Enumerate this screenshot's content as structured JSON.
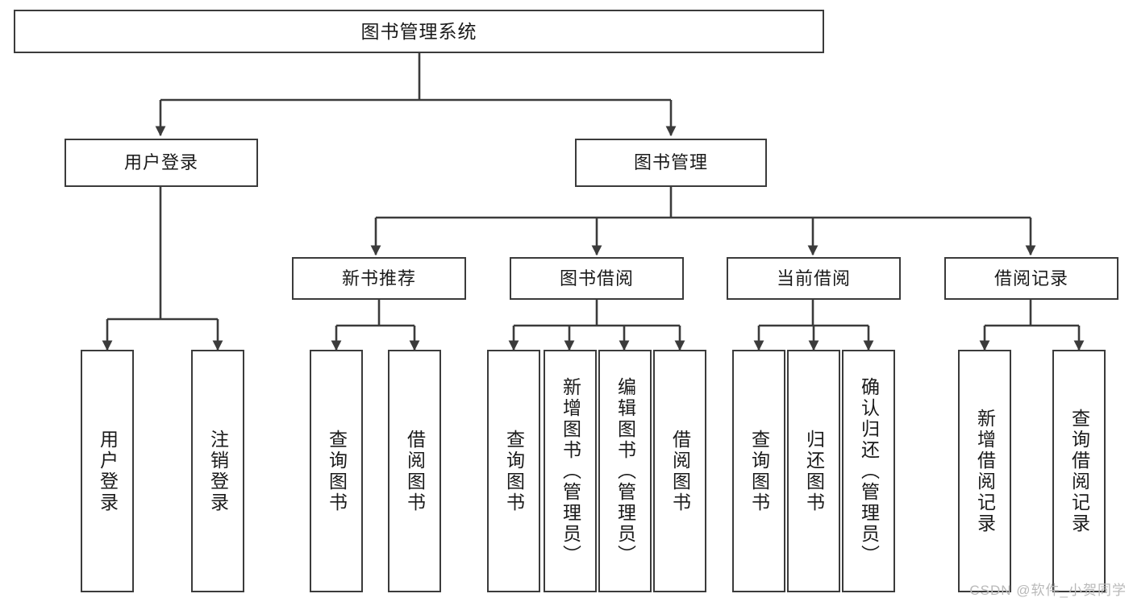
{
  "diagram": {
    "title": "图书管理系统",
    "type": "tree",
    "orientation": "top-down",
    "colors": {
      "background": "#ffffff",
      "box_border": "#3b3b3b",
      "box_fill": "#ffffff",
      "connector": "#3b3b3b",
      "text": "#1a1a1a",
      "watermark": "#b9b9b9"
    },
    "nodes": {
      "root": {
        "label": "图书管理系统",
        "level": 0
      },
      "user_login": {
        "label": "用户登录",
        "level": 1
      },
      "book_manage": {
        "label": "图书管理",
        "level": 1
      },
      "new_book_rec": {
        "label": "新书推荐",
        "level": 2
      },
      "book_borrow": {
        "label": "图书借阅",
        "level": 2
      },
      "current_borrow": {
        "label": "当前借阅",
        "level": 2
      },
      "borrow_record": {
        "label": "借阅记录",
        "level": 2
      },
      "leaf_user_login": {
        "label": "用户登录",
        "level": 2
      },
      "leaf_logout": {
        "label": "注销登录",
        "level": 2
      },
      "leaf_query_book_1": {
        "label": "查询图书",
        "level": 3
      },
      "leaf_borrow_book_1": {
        "label": "借阅图书",
        "level": 3
      },
      "leaf_query_book_2": {
        "label": "查询图书",
        "level": 3
      },
      "leaf_add_book": {
        "label": "新增图书（管理员）",
        "level": 3
      },
      "leaf_edit_book": {
        "label": "编辑图书（管理员）",
        "level": 3
      },
      "leaf_borrow_book_2": {
        "label": "借阅图书",
        "level": 3
      },
      "leaf_query_book_3": {
        "label": "查询图书",
        "level": 3
      },
      "leaf_return_book": {
        "label": "归还图书",
        "level": 3
      },
      "leaf_confirm_return": {
        "label": "确认归还（管理员）",
        "level": 3
      },
      "leaf_add_record": {
        "label": "新增借阅记录",
        "level": 3
      },
      "leaf_query_record": {
        "label": "查询借阅记录",
        "level": 3
      }
    },
    "edges": [
      {
        "from": "root",
        "to": "user_login"
      },
      {
        "from": "root",
        "to": "book_manage"
      },
      {
        "from": "user_login",
        "to": "leaf_user_login"
      },
      {
        "from": "user_login",
        "to": "leaf_logout"
      },
      {
        "from": "book_manage",
        "to": "new_book_rec"
      },
      {
        "from": "book_manage",
        "to": "book_borrow"
      },
      {
        "from": "book_manage",
        "to": "current_borrow"
      },
      {
        "from": "book_manage",
        "to": "borrow_record"
      },
      {
        "from": "new_book_rec",
        "to": "leaf_query_book_1"
      },
      {
        "from": "new_book_rec",
        "to": "leaf_borrow_book_1"
      },
      {
        "from": "book_borrow",
        "to": "leaf_query_book_2"
      },
      {
        "from": "book_borrow",
        "to": "leaf_add_book"
      },
      {
        "from": "book_borrow",
        "to": "leaf_edit_book"
      },
      {
        "from": "book_borrow",
        "to": "leaf_borrow_book_2"
      },
      {
        "from": "current_borrow",
        "to": "leaf_query_book_3"
      },
      {
        "from": "current_borrow",
        "to": "leaf_return_book"
      },
      {
        "from": "current_borrow",
        "to": "leaf_confirm_return"
      },
      {
        "from": "borrow_record",
        "to": "leaf_add_record"
      },
      {
        "from": "borrow_record",
        "to": "leaf_query_record"
      }
    ]
  },
  "watermark": {
    "text": "CSDN @软件_小贺同学"
  }
}
